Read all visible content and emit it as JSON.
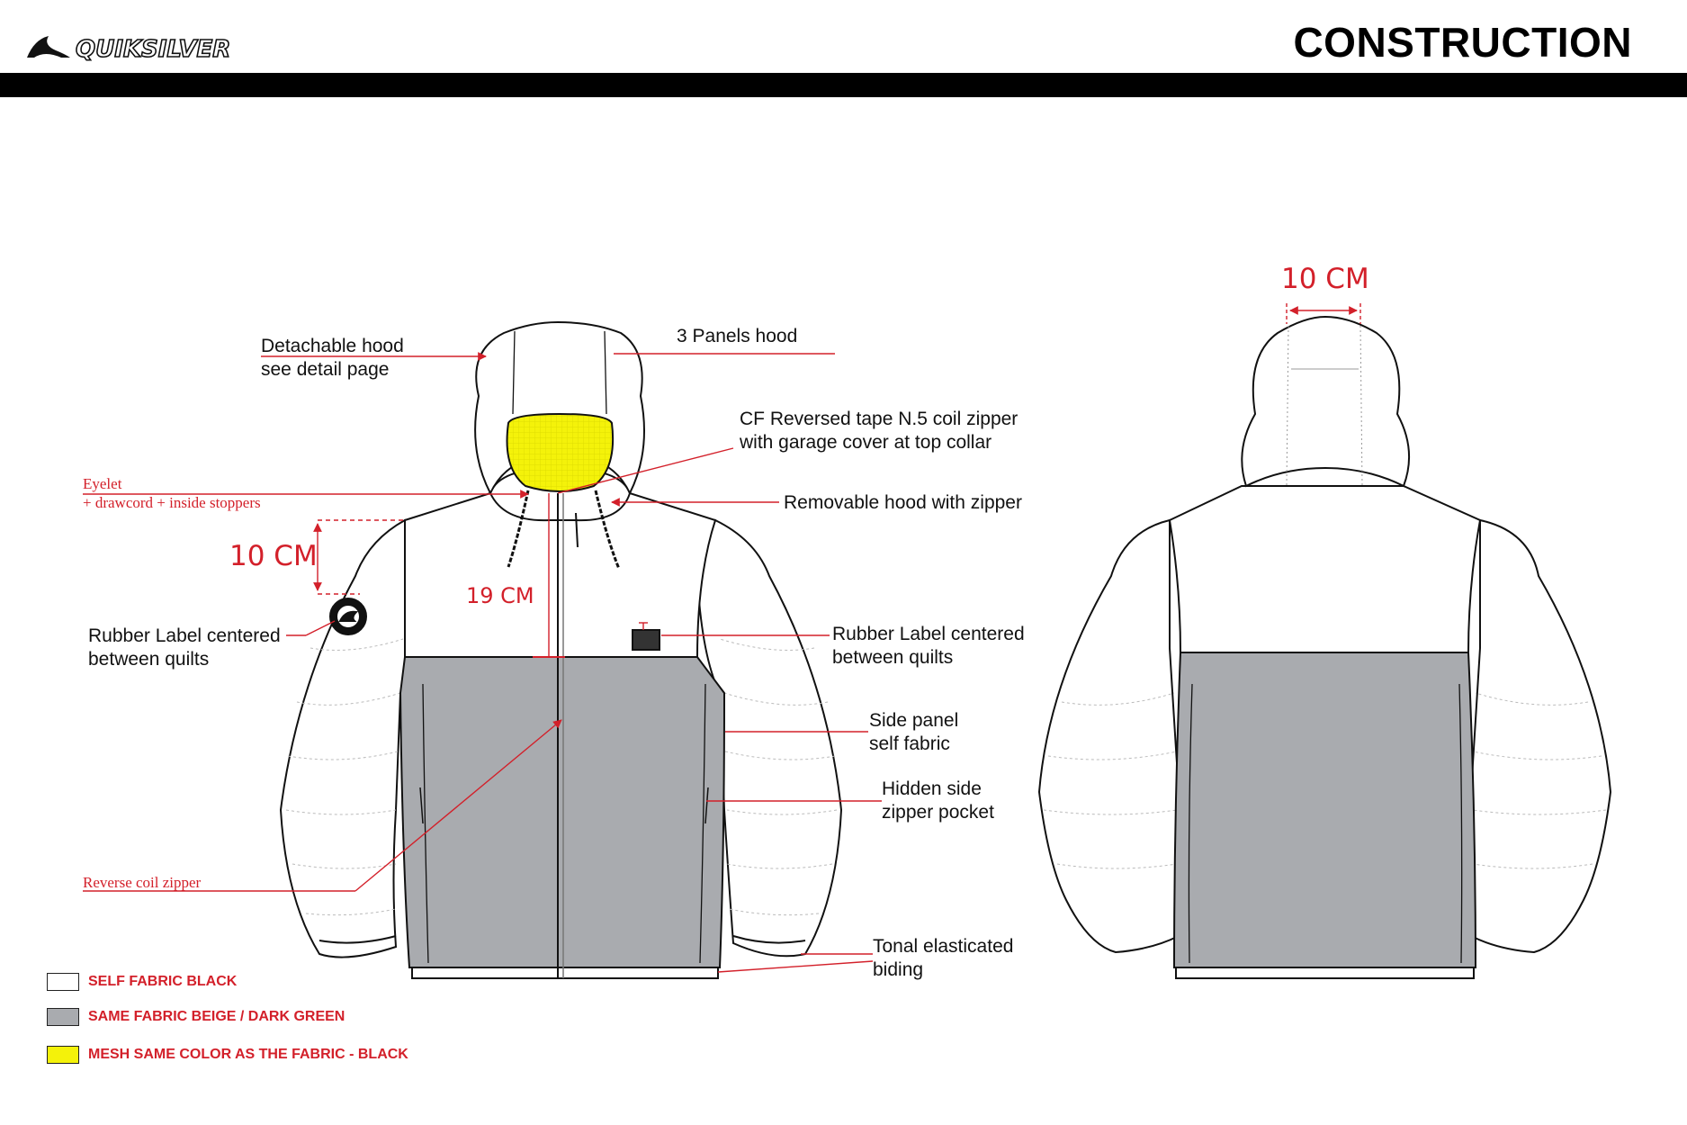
{
  "header": {
    "brand": "QUIKSILVER",
    "title": "CONSTRUCTION"
  },
  "annotations": {
    "detachable_hood_1": "Detachable hood",
    "detachable_hood_2": "see detail page",
    "panels_hood": "3 Panels hood",
    "cf_zipper_1": "CF Reversed tape N.5 coil zipper",
    "cf_zipper_2": "with garage cover at top collar",
    "removable_hood": "Removable hood with zipper",
    "eyelet_1": "Eyelet",
    "eyelet_2": "+ drawcord + inside stoppers",
    "rubber_label_left_1": "Rubber Label centered",
    "rubber_label_left_2": "between quilts",
    "rubber_label_right_1": "Rubber Label centered",
    "rubber_label_right_2": "between quilts",
    "side_panel_1": "Side panel",
    "side_panel_2": "self fabric",
    "hidden_pocket_1": "Hidden side",
    "hidden_pocket_2": "zipper pocket",
    "reverse_coil": "Reverse coil zipper",
    "tonal_1": "Tonal elasticated",
    "tonal_2": "biding"
  },
  "measurements": {
    "shoulder_drop": "10 CM",
    "zipper_length": "19 CM",
    "hood_opening": "10 CM"
  },
  "legend": [
    {
      "label": "SELF FABRIC BLACK",
      "color": "#ffffff"
    },
    {
      "label": "SAME FABRIC BEIGE / DARK GREEN",
      "color": "#a9abaf"
    },
    {
      "label": "MESH SAME COLOR AS THE FABRIC - BLACK",
      "color": "#f4f20a"
    }
  ],
  "colors": {
    "annotation_red": "#d3202a",
    "panel_grey": "#a9abaf",
    "mesh_yellow": "#f4f20a"
  }
}
